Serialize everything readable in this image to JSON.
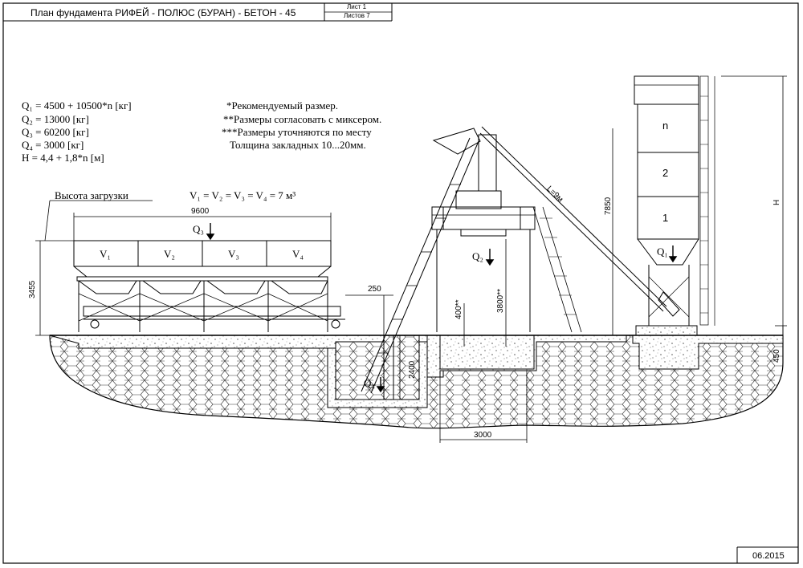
{
  "title_block": {
    "title": "План фундамента РИФЕЙ - ПОЛЮС (БУРАН) - БЕТОН - 45",
    "sheet": "Лист 1",
    "sheets": "Листов 7",
    "date": "06.2015"
  },
  "formulas": [
    "Q₁ = 4500 + 10500*n [кг]",
    "Q₂ = 13000 [кг]",
    "Q₃ = 60200 [кг]",
    "Q₄ = 3000 [кг]",
    "H = 4,4 + 1,8*n [м]"
  ],
  "notes": [
    "*Рекомендуемый размер.",
    "**Размеры согласовать с миксером.",
    "***Размеры уточняются по месту",
    "Толщина закладных 10...20мм."
  ],
  "load_height_label": "Высота загрузки",
  "volume_formula": "V₁ = V₂ = V₃ = V₄ = 7 м³",
  "bins": [
    "V₁",
    "V₂",
    "V₃",
    "V₄"
  ],
  "loads": {
    "q1": "Q₁",
    "q2": "Q₂",
    "q3": "Q₃",
    "q4": "Q₄"
  },
  "silo_sections": [
    "n",
    "2",
    "1"
  ],
  "dimensions": {
    "d9600": "9600",
    "d3455": "3455",
    "d250": "250",
    "d2400": "2400",
    "d400": "400**",
    "d3800": "3800**",
    "d3000": "3000",
    "d7850": "7850",
    "dH": "H",
    "d450": "450",
    "conveyor": "L=9м"
  }
}
